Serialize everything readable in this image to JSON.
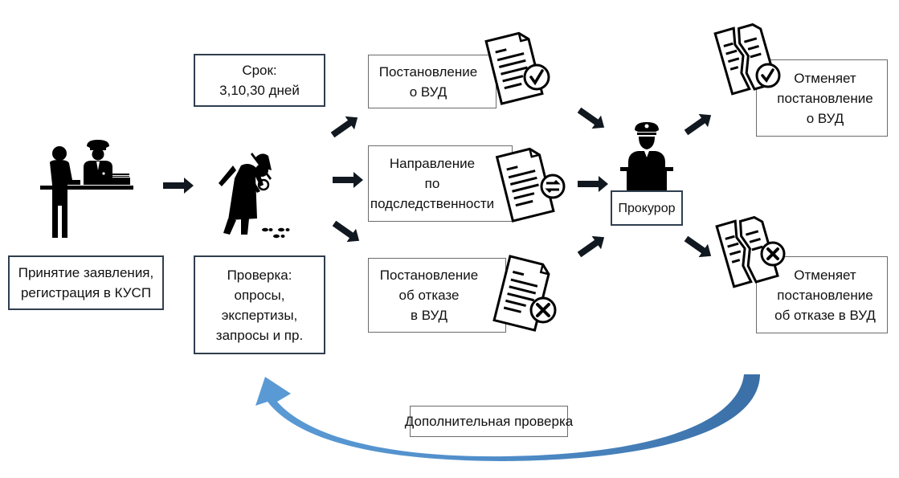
{
  "colors": {
    "icon": "#000000",
    "arrow": "#111820",
    "box_border_dark": "#2f3e4e",
    "box_border_light": "#6b6b6b",
    "curved_arrow_light": "#5b9bd5",
    "curved_arrow_dark": "#3a6fa6"
  },
  "steps": {
    "reception": {
      "icon": "citizen-at-police-desk-icon",
      "lines": [
        "Принятие заявления,",
        "регистрация в КУСП"
      ]
    },
    "term": {
      "lines": [
        "Срок:",
        "3,10,30 дней"
      ]
    },
    "check": {
      "icon": "detective-with-magnifier-icon",
      "lines": [
        "Проверка:",
        "опросы,",
        "экспертизы,",
        "запросы и пр."
      ]
    }
  },
  "decisions": [
    {
      "icon": "document-check-icon",
      "lines": [
        "Постановление",
        "о  ВУД"
      ]
    },
    {
      "icon": "document-transfer-icon",
      "lines": [
        "Направление",
        "по",
        "подследственности"
      ]
    },
    {
      "icon": "document-reject-icon",
      "lines": [
        "Постановление",
        "об отказе",
        "в ВУД"
      ]
    }
  ],
  "prosecutor": {
    "icon": "prosecutor-at-podium-icon",
    "label": "Прокурор"
  },
  "outcomes": [
    {
      "icon": "torn-document-check-icon",
      "lines": [
        "Отменяет",
        "постановление",
        "о  ВУД"
      ]
    },
    {
      "icon": "torn-document-reject-icon",
      "lines": [
        "Отменяет",
        "постановление",
        "об  отказе в ВУД"
      ]
    }
  ],
  "loop": {
    "icon": "curved-return-arrow-icon",
    "label": "Дополнительная проверка"
  }
}
